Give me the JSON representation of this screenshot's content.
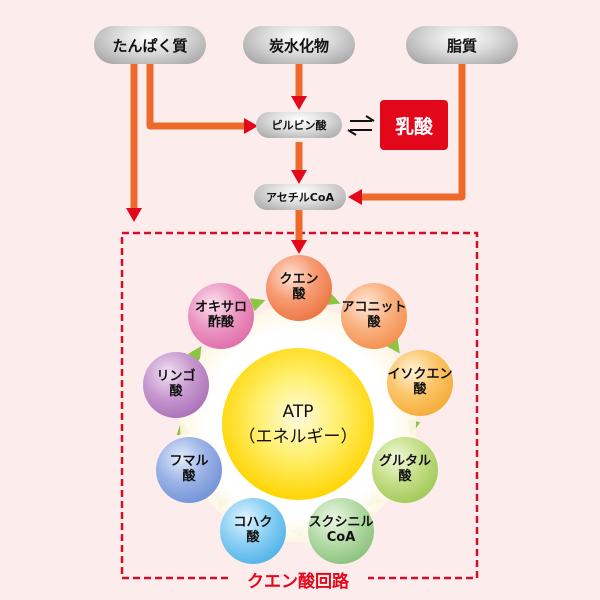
{
  "sources": {
    "protein": "たんぱく質",
    "carbohydrate": "炭水化物",
    "fat": "脂質"
  },
  "pyruvate": "ピルビン酸",
  "lactic_acid": "乳酸",
  "acetyl_coa": "アセチルCoA",
  "cycle": {
    "title": "クエン酸回路",
    "center": {
      "line1": "ATP",
      "line2": "（エネルギー）"
    },
    "members": [
      {
        "line1": "クエン",
        "line2": "酸"
      },
      {
        "line1": "アコニット",
        "line2": "酸"
      },
      {
        "line1": "イソクエン",
        "line2": "酸"
      },
      {
        "line1": "グルタル",
        "line2": "酸"
      },
      {
        "line1": "スクシニル",
        "line2": "CoA"
      },
      {
        "line1": "コハク",
        "line2": "酸"
      },
      {
        "line1": "フマル",
        "line2": "酸"
      },
      {
        "line1": "リンゴ",
        "line2": "酸"
      },
      {
        "line1": "オキサロ",
        "line2": "酢酸"
      }
    ]
  },
  "colors": {
    "arrow_orange": "#ee6a2a",
    "arrow_red": "#e3071b",
    "cycle_arrow_green": "#8cc63f",
    "frame": "#d0102a"
  }
}
